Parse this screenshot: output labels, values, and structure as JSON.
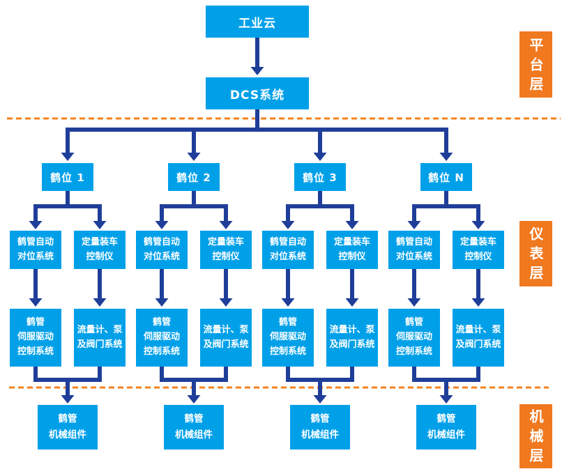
{
  "colors": {
    "node_cyan": "#00a0e9",
    "connector_navy": "#1f3e99",
    "layer_orange": "#f0781e",
    "divider_orange": "#f5821f",
    "text_white": "#ffffff"
  },
  "platform": {
    "cloud": "工业云",
    "dcs": "DCS系统"
  },
  "stations": [
    {
      "name": "鹤位 1",
      "auto_align": "鹤管自动\n对位系统",
      "loading_controller": "定量装车\n控制仪",
      "servo_drive": "鹤管\n伺服驱动\n控制系统",
      "flow_pump_valve": "流量计、泵\n及阀门系统",
      "mechanical": "鹤管\n机械组件"
    },
    {
      "name": "鹤位 2",
      "auto_align": "鹤管自动\n对位系统",
      "loading_controller": "定量装车\n控制仪",
      "servo_drive": "鹤管\n伺服驱动\n控制系统",
      "flow_pump_valve": "流量计、泵\n及阀门系统",
      "mechanical": "鹤管\n机械组件"
    },
    {
      "name": "鹤位 3",
      "auto_align": "鹤管自动\n对位系统",
      "loading_controller": "定量装车\n控制仪",
      "servo_drive": "鹤管\n伺服驱动\n控制系统",
      "flow_pump_valve": "流量计、泵\n及阀门系统",
      "mechanical": "鹤管\n机械组件"
    },
    {
      "name": "鹤位 N",
      "auto_align": "鹤管自动\n对位系统",
      "loading_controller": "定量装车\n控制仪",
      "servo_drive": "鹤管\n伺服驱动\n控制系统",
      "flow_pump_valve": "流量计、泵\n及阀门系统",
      "mechanical": "鹤管\n机械组件"
    }
  ],
  "layers": [
    {
      "label": "平台层"
    },
    {
      "label": "仪表层"
    },
    {
      "label": "机械层"
    }
  ]
}
